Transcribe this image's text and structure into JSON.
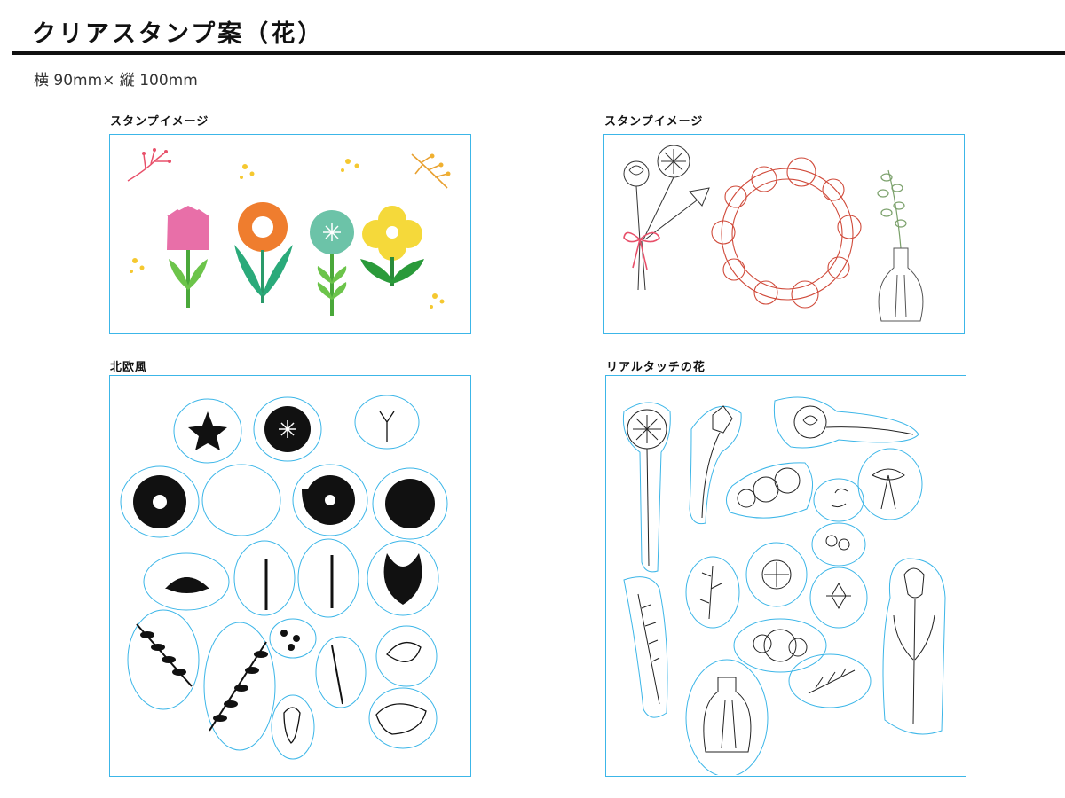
{
  "document": {
    "title": "クリアスタンプ案（花）",
    "dimensions": "横 90mm× 縦 100mm"
  },
  "panels": {
    "image1_label": "スタンプイメージ",
    "image2_label": "スタンプイメージ",
    "nordic_label": "北欧風",
    "real_label": "リアルタッチの花"
  },
  "colors": {
    "panel_border": "#3cb6e8",
    "pink_tulip": "#e86fa8",
    "orange_flower": "#ef7d2e",
    "teal_flower": "#6cc3a8",
    "yellow_flower": "#f5d93a",
    "leaf_green": "#4aa83a",
    "wreath_red": "#d04a3a",
    "ribbon_pink": "#e8506a",
    "eucalyptus": "#7aa06a",
    "stamp_black": "#111111"
  }
}
